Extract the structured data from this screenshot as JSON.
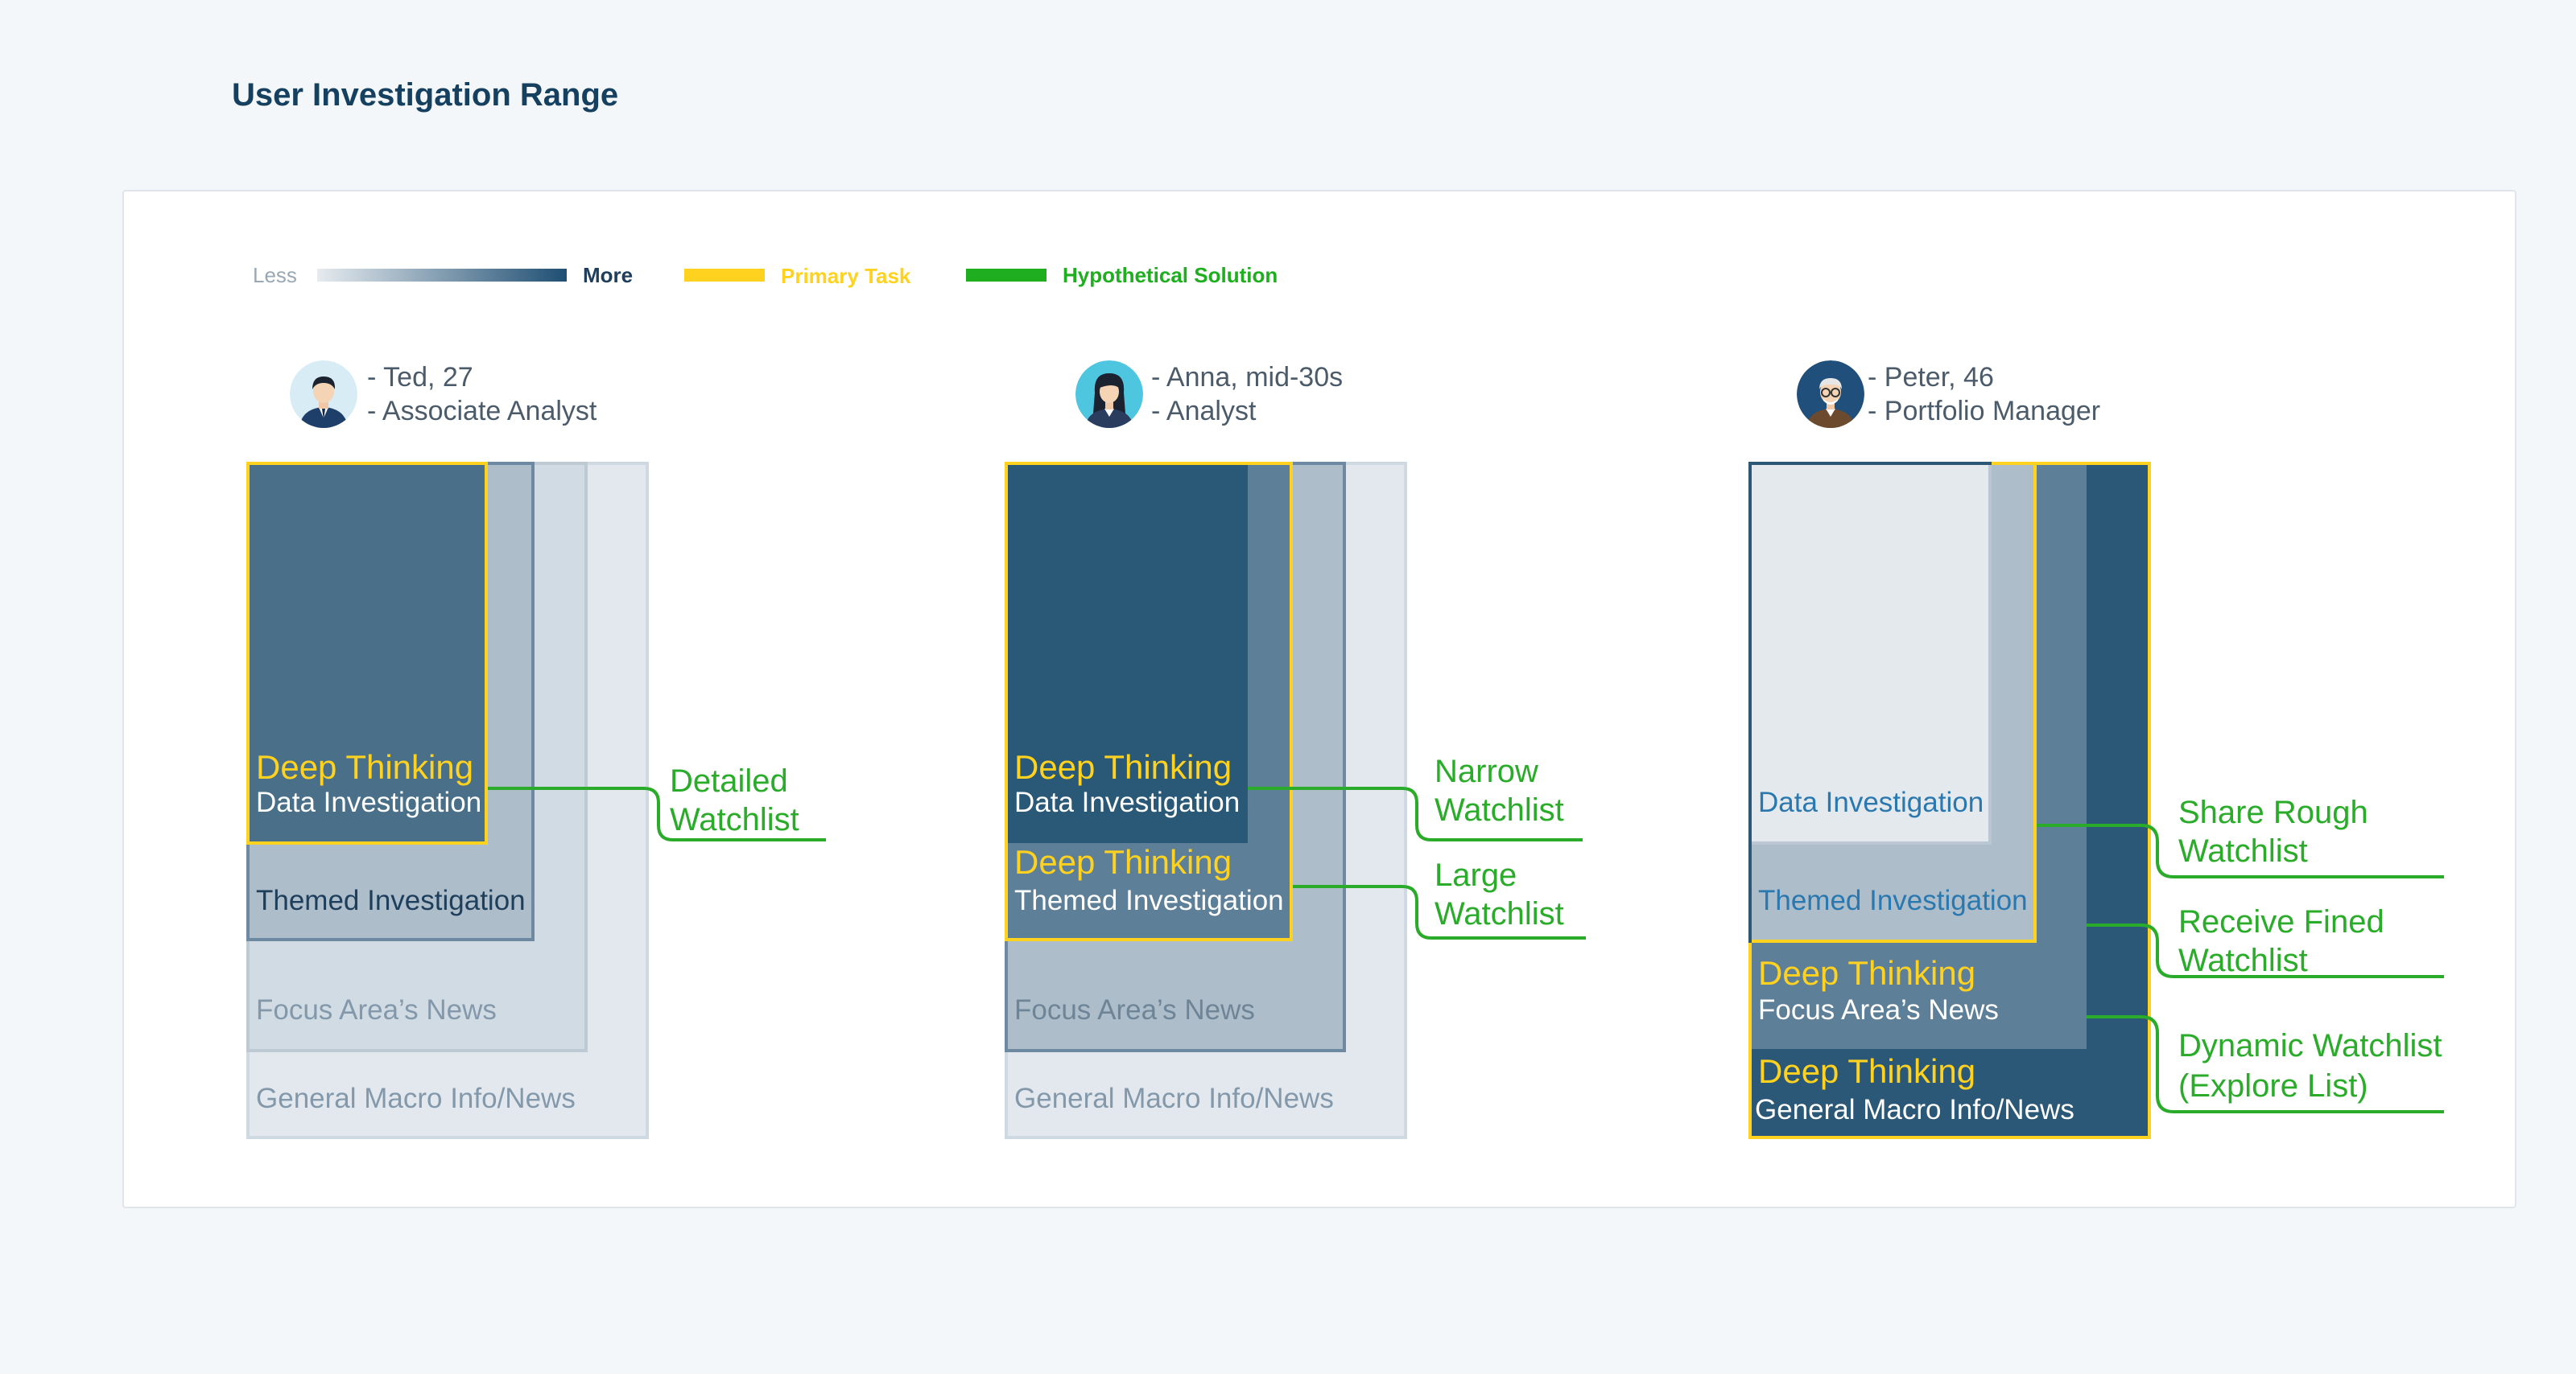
{
  "title": "User Investigation Range",
  "legend": {
    "less": "Less",
    "more": "More",
    "primary_task": "Primary Task",
    "hypothetical_solution": "Hypothetical Solution",
    "colors": {
      "primary": "#ffd21f",
      "hypothetical": "#1fae1f",
      "gradient_start": "#e6ebef",
      "gradient_end": "#1f4f73"
    }
  },
  "levels": {
    "data": "Data Investigation",
    "themed": "Themed Investigation",
    "focus": "Focus Area’s News",
    "macro": "General Macro Info/News",
    "deep": "Deep Thinking"
  },
  "personas": [
    {
      "line1": "- Ted, 27",
      "line2": "- Associate Analyst",
      "icon": "male-analyst-avatar-icon",
      "solutions": [
        {
          "line1": "Detailed",
          "line2": "Watchlist"
        }
      ]
    },
    {
      "line1": "- Anna, mid-30s",
      "line2": "- Analyst",
      "icon": "female-analyst-avatar-icon",
      "solutions": [
        {
          "line1": "Narrow",
          "line2": "Watchlist"
        },
        {
          "line1": "Large",
          "line2": "Watchlist"
        }
      ]
    },
    {
      "line1": "- Peter, 46",
      "line2": "- Portfolio Manager",
      "icon": "elderly-manager-avatar-icon",
      "solutions": [
        {
          "line1": "Share Rough",
          "line2": "Watchlist"
        },
        {
          "line1": "Receive Fined",
          "line2": "Watchlist"
        },
        {
          "line1": "Dynamic Watchlist",
          "line2": "(Explore List)"
        }
      ]
    }
  ]
}
